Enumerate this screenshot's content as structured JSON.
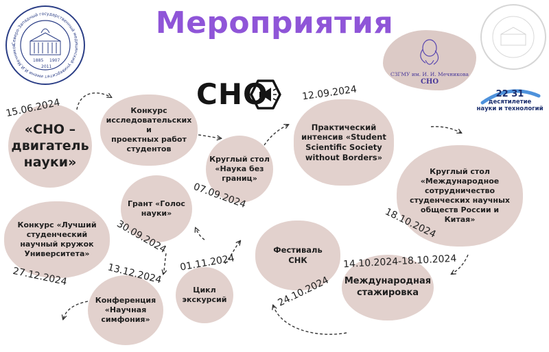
{
  "title": "Мероприятия",
  "logo_text": "СНО",
  "icons": {
    "university_seal": "university-seal",
    "cho_logo": "megaphone-hexagon-icon",
    "mechnikov_emblem": "mechnikov-portrait-emblem",
    "decade_logo": "decade-of-science-logo",
    "faded_seal": "faded-university-seal"
  },
  "seal": {
    "ring_text": "Северо-Западный государственный медицинский университет имени И.И.Мечникова",
    "years_left": "1885",
    "years_right": "1907",
    "year_bottom": "2011"
  },
  "mechnikov": {
    "line1": "СЗГМУ им. И. И. Мечникова",
    "line2": "СНО"
  },
  "decade": {
    "numbers": "22 31",
    "line1": "десятилетие",
    "line2": "науки и технологий"
  },
  "events": [
    {
      "id": "cho-engine",
      "lines": [
        "«СНО –",
        "двигатель",
        "науки»"
      ],
      "date": "15.06.2024"
    },
    {
      "id": "contest-projects",
      "lines": [
        "Конкурс",
        "исследовательских и",
        "проектных работ",
        "студентов"
      ],
      "date": ""
    },
    {
      "id": "round-table-no-borders",
      "lines": [
        "Круглый стол",
        "«Наука без",
        "границ»"
      ],
      "date": "07.09.2024"
    },
    {
      "id": "practical-intensive",
      "lines": [
        "Практический",
        "интенсив «Student",
        "Scientific Society",
        "without Borders»"
      ],
      "date": "12.09.2024"
    },
    {
      "id": "round-table-intl",
      "lines": [
        "Круглый стол",
        "«Международное",
        "сотрудничество",
        "студенческих научных",
        "обществ России и",
        "Китая»"
      ],
      "date": "18.10.2024"
    },
    {
      "id": "grant-voice",
      "lines": [
        "Грант «Голос",
        "науки»"
      ],
      "date": "30.09.2024"
    },
    {
      "id": "contest-best-club",
      "lines": [
        "Конкурс «Лучший",
        "студенческий",
        "научный кружок",
        "Университета»"
      ],
      "date": "27.12.2024"
    },
    {
      "id": "festival-snk",
      "lines": [
        "Фестиваль",
        "СНК"
      ],
      "date": "24.10.2024"
    },
    {
      "id": "intl-internship",
      "lines": [
        "Международная",
        "стажировка"
      ],
      "date": "14.10.2024-18.10.2024"
    },
    {
      "id": "excursion-cycle",
      "lines": [
        "Цикл",
        "экскурсий"
      ],
      "date": "01.11.2024"
    },
    {
      "id": "conference-symphony",
      "lines": [
        "Конференция",
        "«Научная",
        "симфония»"
      ],
      "date": "13.12.2024"
    }
  ]
}
